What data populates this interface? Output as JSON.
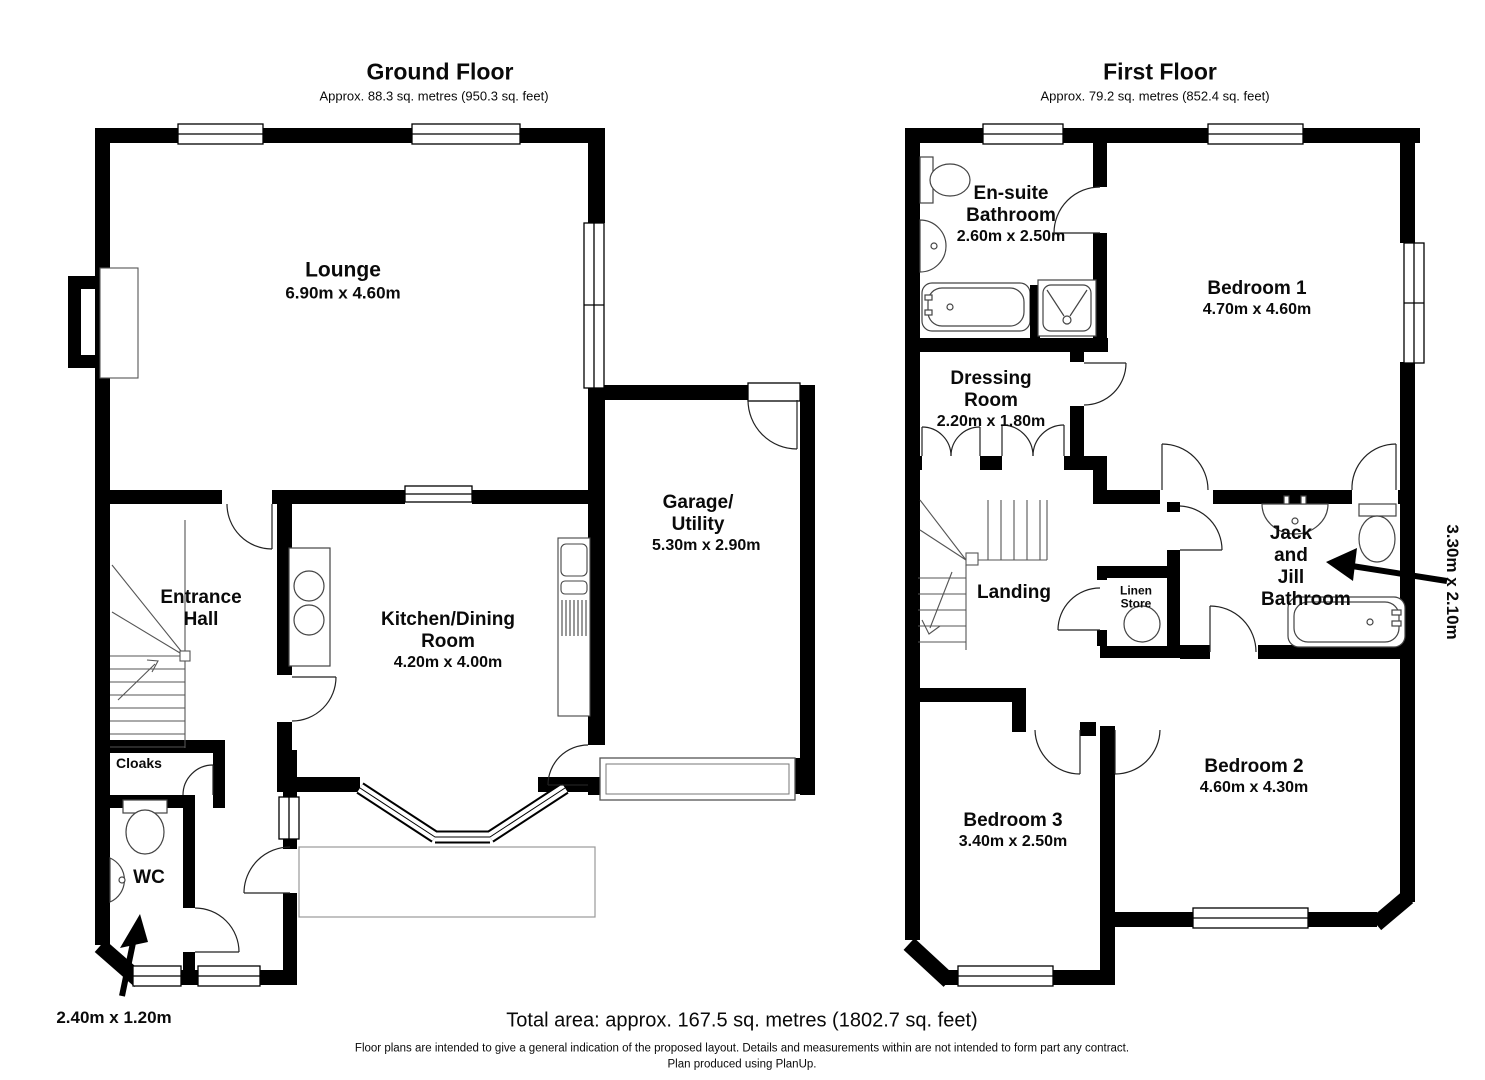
{
  "ground_floor": {
    "title": "Ground Floor",
    "subtitle": "Approx. 88.3 sq. metres (950.3 sq. feet)",
    "rooms": {
      "lounge": {
        "name": "Lounge",
        "dims": "6.90m x 4.60m"
      },
      "entrance_hall": {
        "name": "Entrance Hall"
      },
      "cloaks": {
        "name": "Cloaks"
      },
      "wc": {
        "name": "WC",
        "dims": "2.40m x 1.20m"
      },
      "kitchen_dining": {
        "name": "Kitchen/Dining Room",
        "dims": "4.20m x 4.00m"
      },
      "garage_utility": {
        "name": "Garage/ Utility",
        "dims": "5.30m x 2.90m"
      }
    }
  },
  "first_floor": {
    "title": "First Floor",
    "subtitle": "Approx. 79.2 sq. metres (852.4 sq. feet)",
    "rooms": {
      "ensuite": {
        "name": "En-suite Bathroom",
        "dims": "2.60m x 2.50m"
      },
      "bedroom1": {
        "name": "Bedroom 1",
        "dims": "4.70m x 4.60m"
      },
      "dressing": {
        "name": "Dressing Room",
        "dims": "2.20m x 1.80m"
      },
      "landing": {
        "name": "Landing"
      },
      "linen_store": {
        "name": "Linen Store"
      },
      "jack_jill": {
        "name": "Jack and Jill Bathroom",
        "dims": "3.30m x 2.10m"
      },
      "bedroom2": {
        "name": "Bedroom 2",
        "dims": "4.60m x 4.30m"
      },
      "bedroom3": {
        "name": "Bedroom 3",
        "dims": "3.40m x 2.50m"
      }
    }
  },
  "footer": {
    "total_area": "Total area: approx. 167.5 sq. metres (1802.7 sq. feet)",
    "disclaimer": "Floor plans are intended to give a general indication of the proposed layout. Details and measurements within are not intended to form part any contract.",
    "credit": "Plan produced using PlanUp."
  },
  "colors": {
    "walls": "#000000",
    "background": "#ffffff",
    "fixtures": "#444444"
  }
}
